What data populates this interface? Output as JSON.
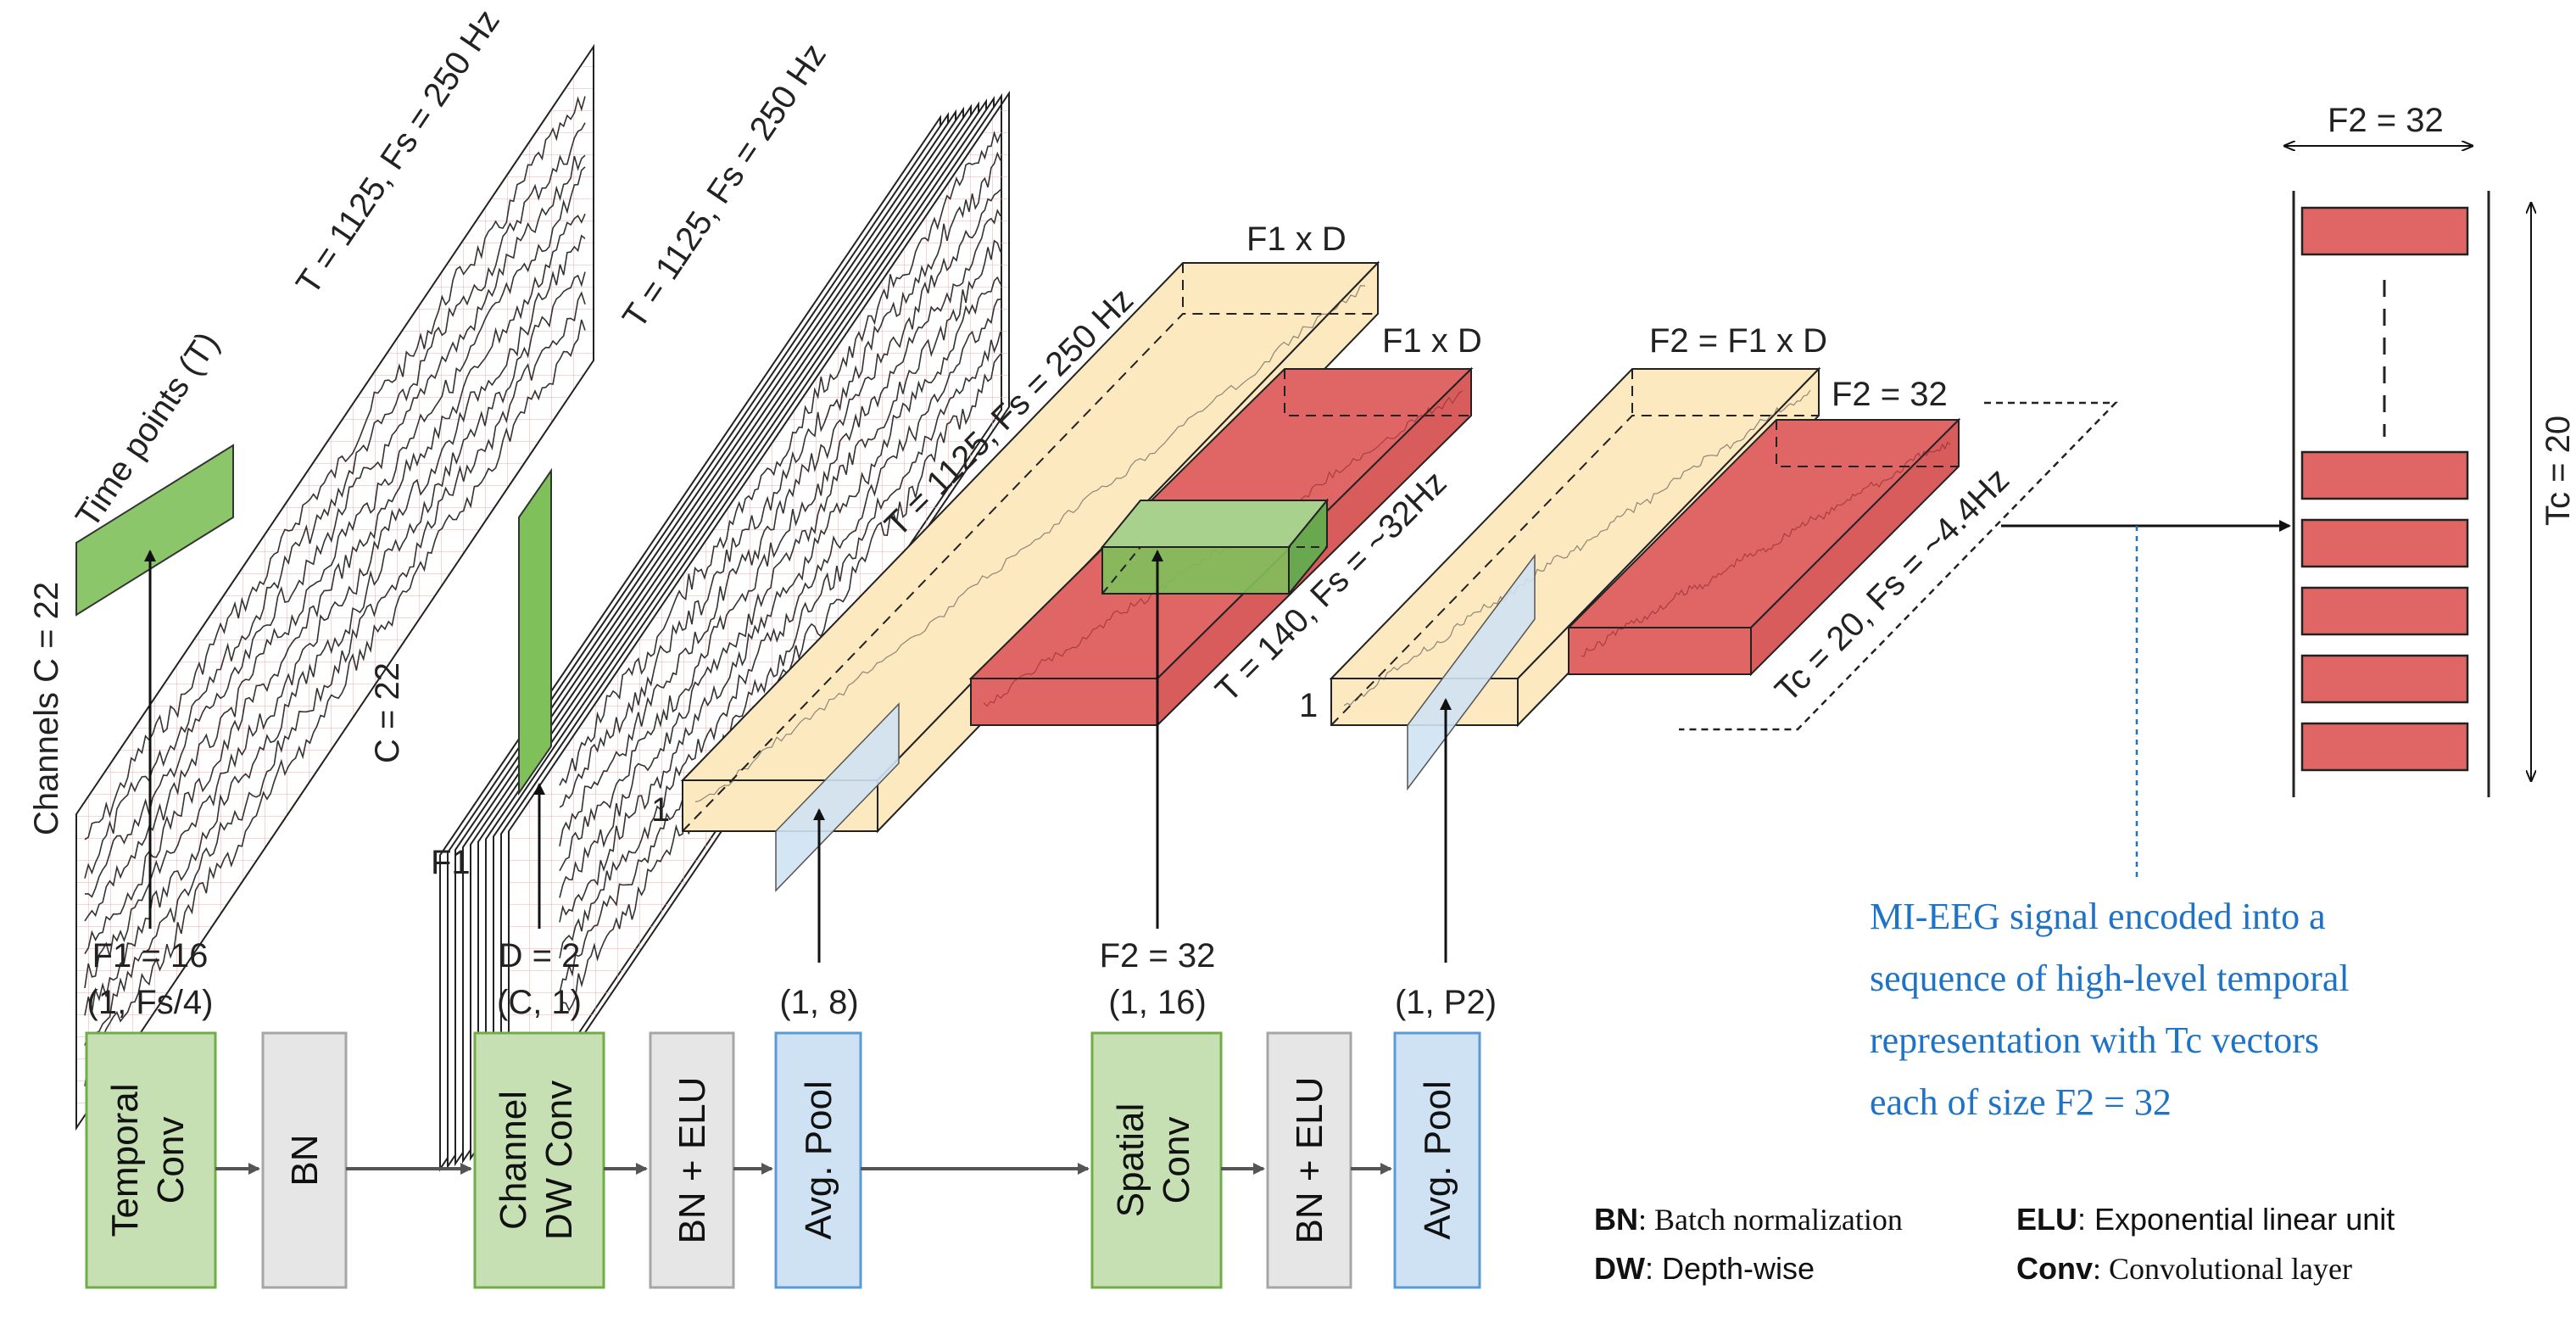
{
  "colors": {
    "green_fill": "#c6e0b4",
    "green_stroke": "#70ad47",
    "gray_fill": "#e7e6e6",
    "gray_stroke": "#a6a6a6",
    "blue_fill": "#cfe2f3",
    "blue_stroke": "#5b9bd5",
    "yellow_fill": "#fde9c0",
    "red_fill": "#e06666",
    "text_blue": "#1f73c6"
  },
  "input": {
    "channels_label": "Channels C = 22",
    "time_label": "Time points (T)",
    "time_info": "T = 1125,   Fs = 250 Hz"
  },
  "temporal_stack": {
    "time_info": "T = 1125,   Fs = 250 Hz",
    "c_label": "C = 22",
    "f1_label": "F1"
  },
  "volume1": {
    "top_label": "F1 x D",
    "time_info": "T = 1125,   Fs = 250 Hz",
    "one_label": "1"
  },
  "volume1_pooled": {
    "top_label": "F1 x D",
    "time_info": "T = 140,   Fs = ~32Hz"
  },
  "volume2": {
    "top_label": "F2 =  F1 x D",
    "one_label": "1"
  },
  "volume2_pooled": {
    "top_label": "F2 = 32",
    "time_info": "Tc = 20,   Fs = ~4.4Hz"
  },
  "sequence": {
    "width_label": "F2 = 32",
    "height_label": "Tc = 20",
    "vector_count_shown": 6
  },
  "params": {
    "p1": [
      "F1 = 16",
      "(1, Fs/4)"
    ],
    "p2": [
      "D = 2",
      "(C, 1)"
    ],
    "p3": [
      "(1, 8)"
    ],
    "p4": [
      "F2 = 32",
      "(1, 16)"
    ],
    "p5": [
      "(1, P2)"
    ]
  },
  "blocks": [
    {
      "label": "Temporal\nConv",
      "kind": "green"
    },
    {
      "label": "BN",
      "kind": "gray"
    },
    {
      "label": "Channel\nDW Conv",
      "kind": "green"
    },
    {
      "label": "BN + ELU",
      "kind": "gray"
    },
    {
      "label": "Avg. Pool",
      "kind": "blue"
    },
    {
      "label": "Spatial\nConv",
      "kind": "green"
    },
    {
      "label": "BN + ELU",
      "kind": "gray"
    },
    {
      "label": "Avg. Pool",
      "kind": "blue"
    }
  ],
  "encoded_text": [
    "MI-EEG  signal  encoded  into  a",
    "sequence  of  high-level  temporal",
    "representation  with  Tc  vectors",
    "each of size F2 = 32"
  ],
  "legend": {
    "bn_key": "BN",
    "bn_val": ": Batch normalization",
    "elu_key": "ELU",
    "elu_val": ": Exponential linear unit",
    "dw_key": "DW",
    "dw_val": ": Depth-wise",
    "conv_key": "Conv",
    "conv_val": ": Convolutional layer"
  }
}
